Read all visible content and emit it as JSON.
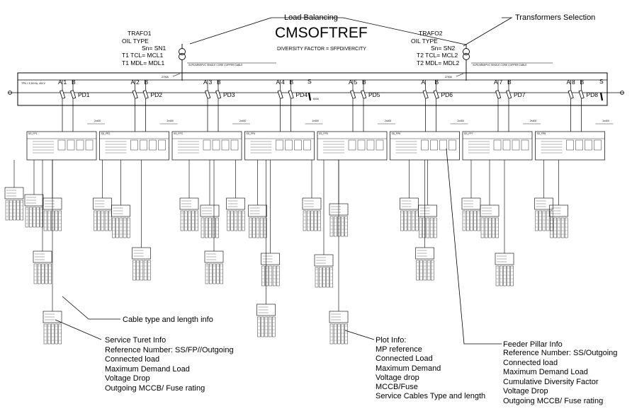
{
  "title": "CMSOFTREF",
  "diversity_factor": "DIVERSITY  FACTOR  = SFPDIVERCITY",
  "transformer_1": {
    "name": "TRAFO1",
    "type": "OIL  TYPE",
    "sn": "Sn= SN1",
    "tcl": "T1  TCL= MCL1",
    "mdl": "T1  MDL= MDL1",
    "rating": "2700A",
    "cable": "XLPE/ARM/PVC SINGLE CORE COPPER CABLE"
  },
  "transformer_2": {
    "name": "TRAFO2",
    "type": "OIL  TYPE",
    "sn": "Sn= SN2",
    "tcl": "T2  TCL= MCL2",
    "mdl": "T2  MDL= MDL2",
    "rating": "2700A",
    "cable": "XLPE/ARM/PVC SINGLE CORE COPPER CABLE"
  },
  "busbar_rating": "TPN + E,50 KA, 400 V",
  "bus_coupler": {
    "label": "S",
    "rating": "600A"
  },
  "end_switch": "S",
  "feeders": [
    {
      "a": "A  1",
      "b": "B",
      "pd": "PD1",
      "cable": "2x400",
      "service": "SS_FP1"
    },
    {
      "a": "A  2",
      "b": "B",
      "pd": "PD2",
      "cable": "2x400",
      "service": "SS_FP2"
    },
    {
      "a": "A  3",
      "b": "B",
      "pd": "PD3",
      "cable": "2x400",
      "service": "SS_FP3"
    },
    {
      "a": "A  4",
      "b": "B",
      "pd": "PD4",
      "cable": "2x400",
      "service": "SS_FP4"
    },
    {
      "a": "A  5",
      "b": "B",
      "pd": "PD5",
      "cable": "2x400",
      "service": "SS_FP5"
    },
    {
      "a": "A",
      "b": "B",
      "pd": "PD6",
      "cable": "2x400",
      "service": "SS_FP6"
    },
    {
      "a": "A  7",
      "b": "B",
      "pd": "PD7",
      "cable": "2x400",
      "service": "SS_FP7"
    },
    {
      "a": "A  8",
      "b": "B",
      "pd": "PD8",
      "cable": "2x400",
      "service": "SS_FP8"
    }
  ],
  "annotations": {
    "load_balancing": "Load Balancing",
    "transformers_selection": "Transformers Selection",
    "cable_info": "Cable type and length info",
    "service_turret": {
      "title": "Service Turet Info",
      "lines": [
        "Reference Number: SS/FP//Outgoing",
        "Connected load",
        "Maximum Demand Load",
        "Voltage Drop",
        "Outgoing MCCB/ Fuse rating"
      ]
    },
    "plot_info": {
      "title": "Plot Info:",
      "lines": [
        "MP reference",
        "Connected Load",
        "Maximum Demand",
        "Voltage drop",
        "MCCB/Fuse",
        "Service Cables Type and length"
      ]
    },
    "feeder_pillar": {
      "title": "Feeder Pillar Info",
      "lines": [
        "Reference Number: SS/Outgoing",
        "Connected load",
        "Maximum Demand Load",
        "Cumulative Diversity Factor",
        "Voltage Drop",
        "Outgoing MCCB/ Fuse rating"
      ]
    }
  }
}
